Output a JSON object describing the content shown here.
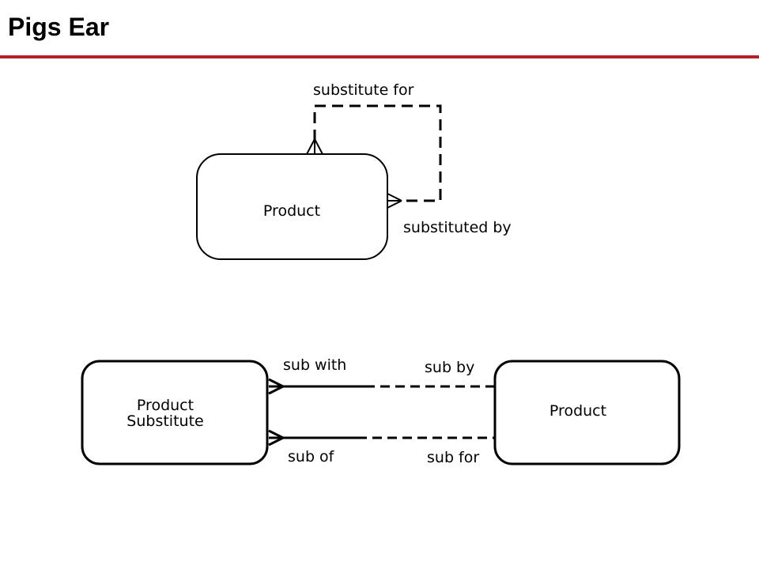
{
  "title": "Pigs Ear",
  "colors": {
    "title_rule": "#b22222",
    "ink": "#000000"
  },
  "top_diagram": {
    "entity": {
      "label": "Product"
    },
    "relationship": {
      "label_top": "substitute for",
      "label_bottom": "substituted by",
      "style": "dashed",
      "cardinality": "many-to-many"
    }
  },
  "bottom_diagram": {
    "left_entity": {
      "label_line1": "Product",
      "label_line2": "Substitute"
    },
    "right_entity": {
      "label": "Product"
    },
    "relationships": [
      {
        "left_label": "sub with",
        "right_label": "sub by"
      },
      {
        "left_label": "sub of",
        "right_label": "sub for"
      }
    ]
  }
}
